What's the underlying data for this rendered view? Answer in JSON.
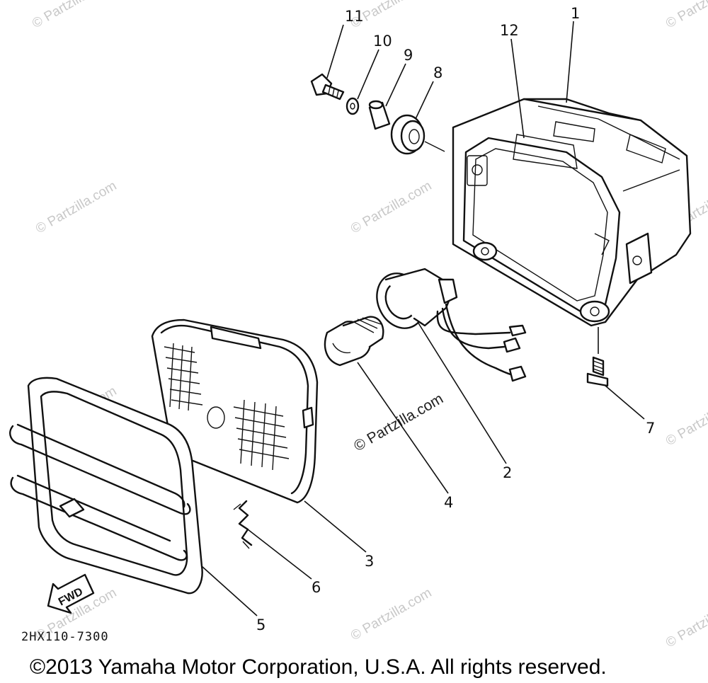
{
  "diagram": {
    "part_code": "2HX110-7300",
    "copyright": "©2013 Yamaha Motor Corporation, U.S.A. All rights reserved.",
    "direction_label": "FWD",
    "watermark": "© Partzilla.com",
    "callouts": {
      "c1": "1",
      "c2": "2",
      "c3": "3",
      "c4": "4",
      "c5": "5",
      "c6": "6",
      "c7": "7",
      "c8": "8",
      "c9": "9",
      "c10": "10",
      "c11": "11",
      "c12": "12"
    }
  }
}
